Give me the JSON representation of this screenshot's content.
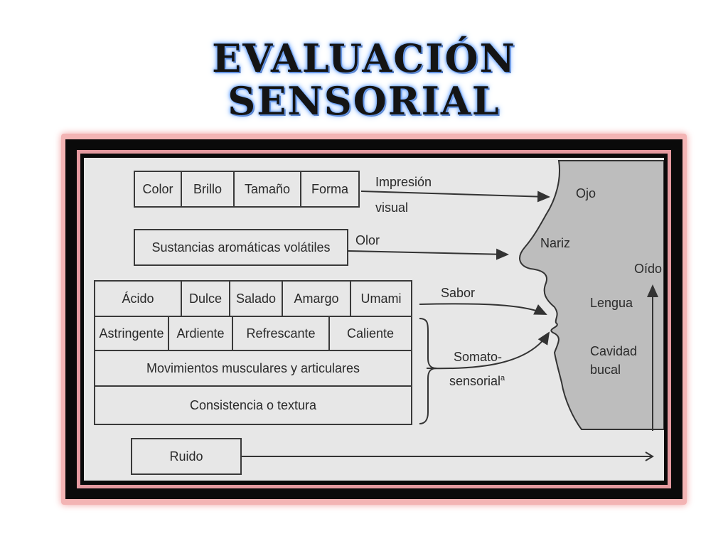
{
  "title": {
    "line1": "EVALUACIÓN",
    "line2": "SENSORIAL"
  },
  "diagram": {
    "row1_boxes": [
      "Color",
      "Brillo",
      "Tamaño",
      "Forma"
    ],
    "impresion_visual": {
      "line1": "Impresión",
      "line2": "visual"
    },
    "volatiles_box": "Sustancias aromáticas volátiles",
    "olor": "Olor",
    "taste_boxes": [
      "Ácido",
      "Dulce",
      "Salado",
      "Amargo",
      "Umami"
    ],
    "sabor": "Sabor",
    "chemesthesis_boxes": [
      "Astringente",
      "Ardiente",
      "Refrescante",
      "Caliente"
    ],
    "movimientos_box": "Movimientos musculares y articulares",
    "consistencia_box": "Consistencia o textura",
    "somatosensorial": {
      "line1": "Somato-",
      "line2": "sensorial",
      "superscript": "a"
    },
    "ruido_box": "Ruido",
    "organs": {
      "ojo": "Ojo",
      "nariz": "Nariz",
      "oido": "Oído",
      "lengua": "Lengua",
      "cavidad1": "Cavidad",
      "cavidad2": "bucal"
    }
  }
}
